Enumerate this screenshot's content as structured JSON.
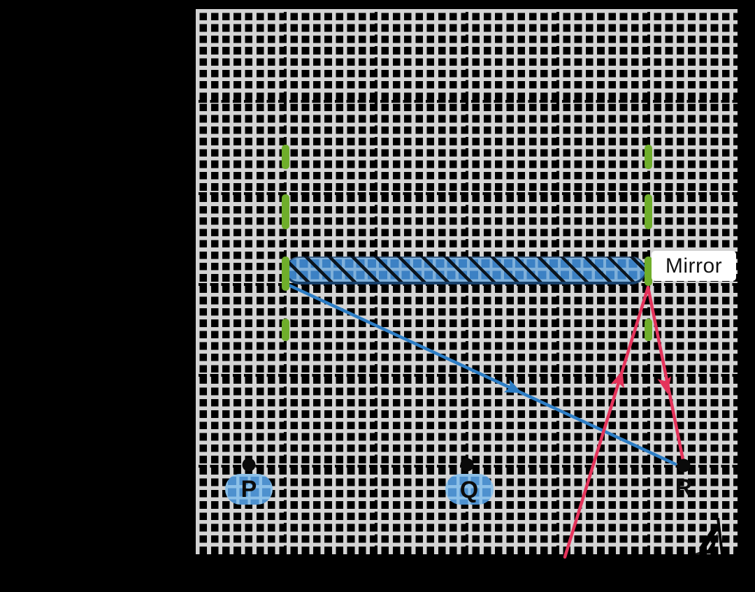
{
  "diagram": {
    "type": "ray-optics-mirror-diagram",
    "mirror": {
      "label": "Mirror",
      "bar_color": "#3c81c4",
      "bar_grid_color": "#7fb0da",
      "hatch_color": "#000000",
      "label_bg": "#ffffff",
      "label_text_color": "#141414"
    },
    "points": [
      {
        "label": "P",
        "highlighted": true
      },
      {
        "label": "Q",
        "highlighted": true
      },
      {
        "label": "R",
        "highlighted": false
      }
    ],
    "point_highlight_color": "#4e91cf",
    "rays": {
      "blue_ray": {
        "color": "#2d7ec6",
        "description": "ray from left end of mirror to point R with arrowhead"
      },
      "red_incident_ray": {
        "color": "#e5335b",
        "description": "ray travelling up to right end of mirror, arrow toward mirror"
      },
      "red_reflected_ray": {
        "color": "#e5335b",
        "description": "ray from right end of mirror down to point R, arrow toward R"
      }
    },
    "normals": {
      "color": "#6fae2b",
      "style": "dashed",
      "count": 2
    },
    "grid": {
      "line_color": "#d3d3d3",
      "major_line_color": "#000000",
      "background_color": "#000000"
    },
    "icons": {
      "cursor": "cursor-icon"
    }
  }
}
